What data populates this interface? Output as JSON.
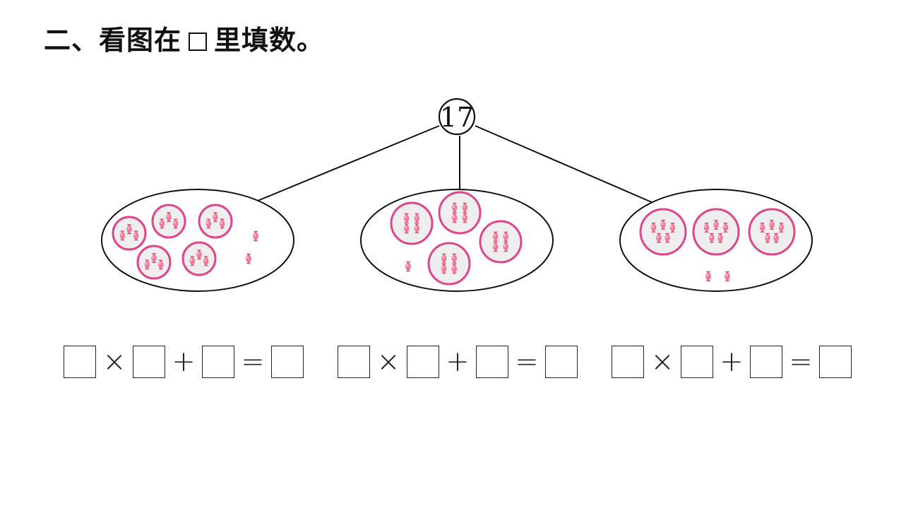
{
  "title": {
    "prefix": "二、看图在",
    "suffix": "里填数。"
  },
  "root_number": "17",
  "equation": {
    "times": "×",
    "plus": "+",
    "equals": "="
  },
  "colors": {
    "candy": "#f07a98",
    "candy_dark": "#d94f76",
    "circle_border": "#e0458a",
    "circle_fill": "#eeeeee"
  },
  "groups": [
    {
      "circles": 5,
      "candies_per_circle": 3,
      "extra_candies": 2
    },
    {
      "circles": 4,
      "candies_per_circle": 4,
      "extra_candies": 1
    },
    {
      "circles": 3,
      "candies_per_circle": 5,
      "extra_candies": 2
    }
  ]
}
